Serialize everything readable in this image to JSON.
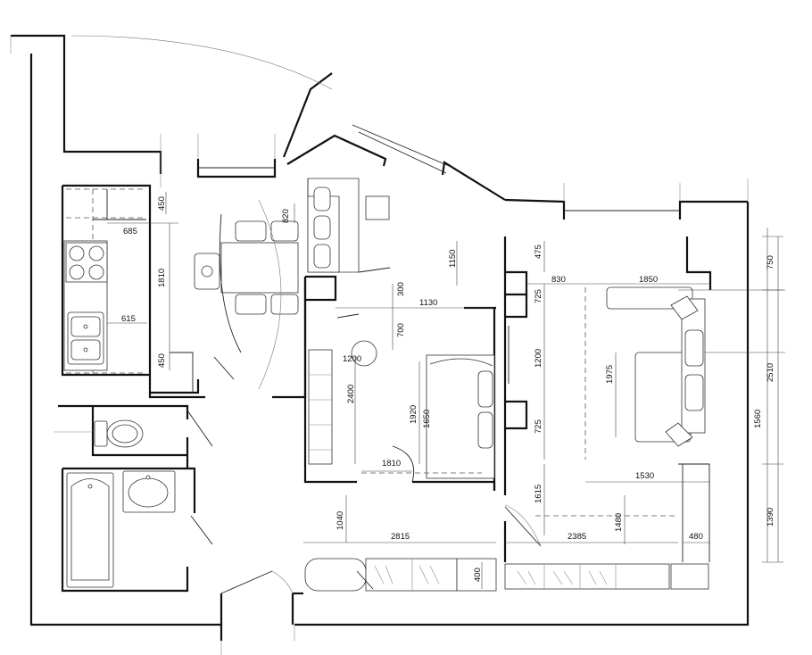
{
  "dimensions": {
    "kitchen_450_top": "450",
    "kitchen_820": "820",
    "kitchen_685": "685",
    "kitchen_1810": "1810",
    "kitchen_615": "615",
    "kitchen_450_bottom": "450",
    "hall_300": "300",
    "hall_1130": "1130",
    "hall_1150": "1150",
    "hall_700": "700",
    "hall_1200": "1200",
    "hall_2400": "2400",
    "hall_1920": "1920",
    "hall_1650": "1650",
    "hall_1810": "1810",
    "corridor_1040": "1040",
    "corridor_2815": "2815",
    "corridor_400": "400",
    "corridor_1615": "1615",
    "corridor_1480": "1480",
    "corridor_2385": "2385",
    "corridor_480": "480",
    "room_475": "475",
    "room_830": "830",
    "room_1850": "1850",
    "room_725_top": "725",
    "room_1200": "1200",
    "room_1975": "1975",
    "room_725_bottom": "725",
    "room_1530": "1530",
    "right_750": "750",
    "right_2510": "2510",
    "right_1560": "1560",
    "right_1390": "1390"
  },
  "colors": {
    "wall": "#111111",
    "furniture": "#333333",
    "dimension": "#444444",
    "background": "#ffffff"
  }
}
